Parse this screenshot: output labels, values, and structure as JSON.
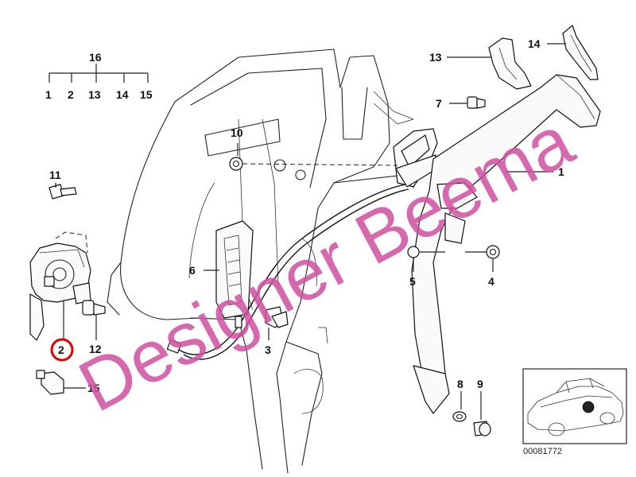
{
  "watermark_text": "Designer Beema",
  "reference_code": "00081772",
  "highlight_color": "#e00000",
  "watermark_color": "#d050a0",
  "highlighted_part": "2",
  "group_label": {
    "number": "16",
    "items": [
      "1",
      "2",
      "13",
      "14",
      "15"
    ]
  },
  "parts": {
    "p1": "1",
    "p2": "2",
    "p3": "3",
    "p4": "4",
    "p5": "5",
    "p6": "6",
    "p7": "7",
    "p8": "8",
    "p9": "9",
    "p10": "10",
    "p11": "11",
    "p12": "12",
    "p13": "13",
    "p14": "14",
    "p15": "15"
  }
}
